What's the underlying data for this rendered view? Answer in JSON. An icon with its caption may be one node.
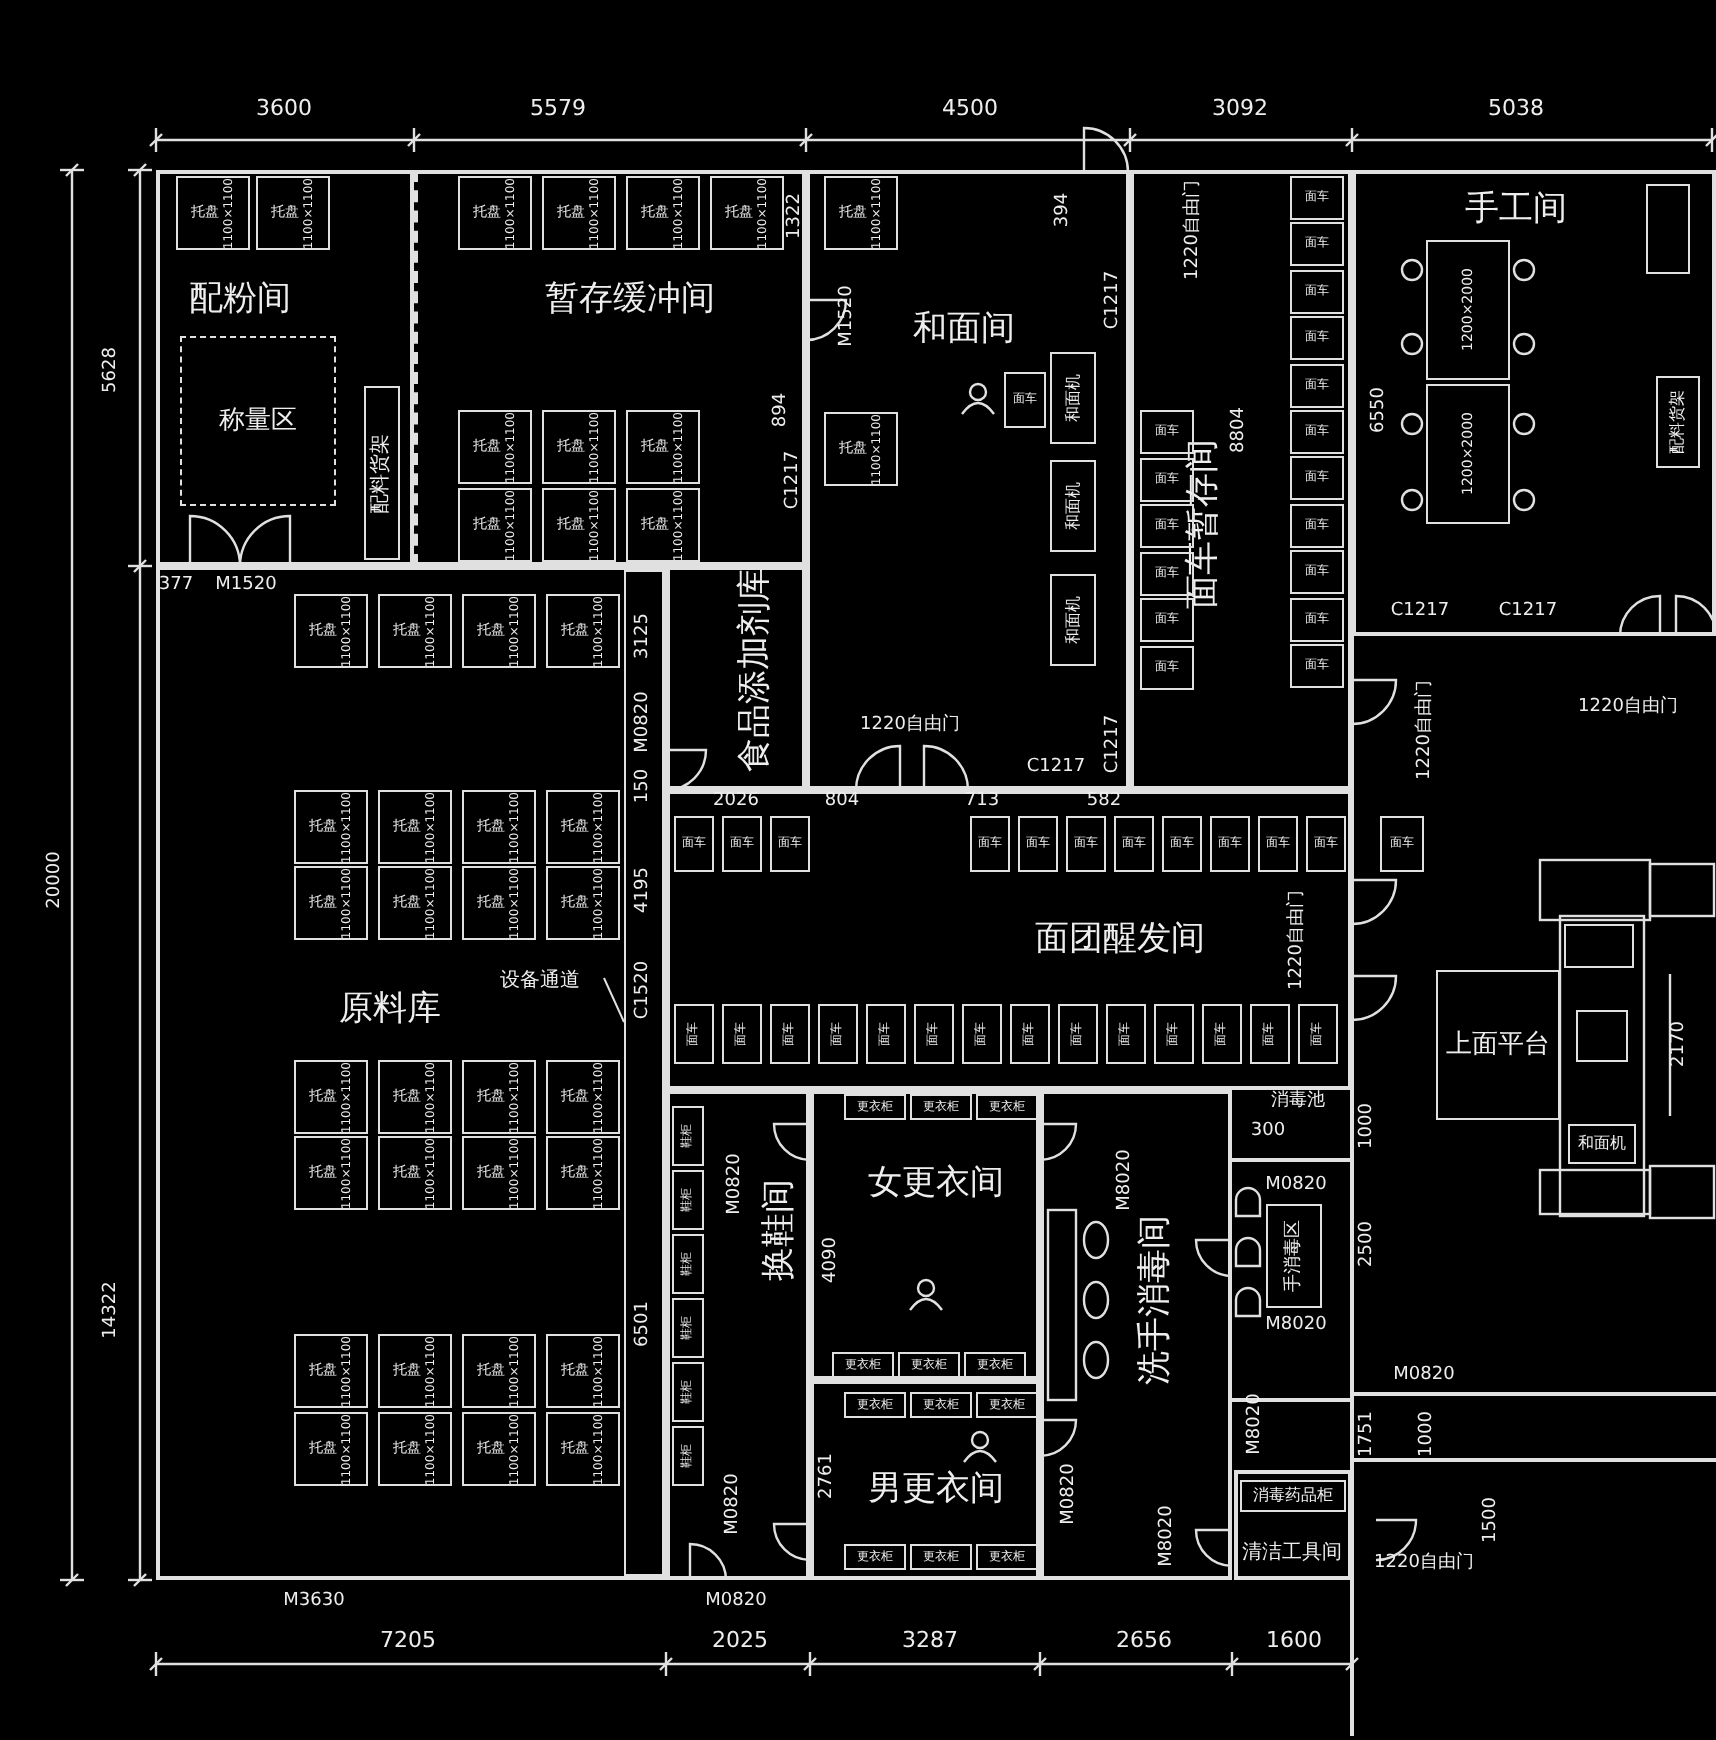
{
  "diagram": {
    "nodes": [
      {
        "text": [
          "配粉间"
        ]
      },
      {
        "text": [
          "托盘",
          "1100×1100"
        ],
        "in": 0
      },
      {
        "text": [
          "托盘",
          "1100×1100"
        ],
        "in": 0
      },
      {
        "text": [
          "称量区"
        ],
        "in": 0
      },
      {
        "text": [
          "配料货架"
        ],
        "in": 0
      },
      {
        "text": [
          "暂存缓冲间"
        ]
      },
      {
        "text": [
          "托盘",
          "1100×1100"
        ],
        "in": 5
      },
      {
        "text": [
          "托盘",
          "1100×1100"
        ],
        "in": 5
      },
      {
        "text": [
          "托盘",
          "1100×1100"
        ],
        "in": 5
      },
      {
        "text": [
          "托盘",
          "1100×1100"
        ],
        "in": 5
      },
      {
        "text": [
          "托盘",
          "1100×1100"
        ],
        "in": 5
      },
      {
        "text": [
          "托盘",
          "1100×1100"
        ],
        "in": 5
      },
      {
        "text": [
          "托盘",
          "1100×1100"
        ],
        "in": 5
      },
      {
        "text": [
          "托盘",
          "1100×1100"
        ],
        "in": 5
      },
      {
        "text": [
          "托盘",
          "1100×1100"
        ],
        "in": 5
      },
      {
        "text": [
          "托盘",
          "1100×1100"
        ],
        "in": 5
      },
      {
        "text": [
          "和面间"
        ]
      },
      {
        "text": [
          "托盘",
          "1100×1100"
        ],
        "in": 16
      },
      {
        "text": [
          "托盘",
          "1100×1100"
        ],
        "in": 16
      },
      {
        "text": [
          "面车"
        ],
        "in": 16
      },
      {
        "text": [
          "和面机"
        ],
        "in": 16
      },
      {
        "text": [
          "和面机"
        ],
        "in": 16
      },
      {
        "text": [
          "和面机"
        ],
        "in": 16
      },
      {
        "text": [
          "食品添加剂库"
        ]
      },
      {
        "text": [
          "原料库"
        ]
      },
      {
        "text": [
          "托盘",
          "1100×1100"
        ],
        "in": 24
      },
      {
        "text": [
          "托盘",
          "1100×1100"
        ],
        "in": 24
      },
      {
        "text": [
          "托盘",
          "1100×1100"
        ],
        "in": 24
      },
      {
        "text": [
          "托盘",
          "1100×1100"
        ],
        "in": 24
      },
      {
        "text": [
          "托盘",
          "1100×1100"
        ],
        "in": 24
      },
      {
        "text": [
          "托盘",
          "1100×1100"
        ],
        "in": 24
      },
      {
        "text": [
          "托盘",
          "1100×1100"
        ],
        "in": 24
      },
      {
        "text": [
          "托盘",
          "1100×1100"
        ],
        "in": 24
      },
      {
        "text": [
          "托盘",
          "1100×1100"
        ],
        "in": 24
      },
      {
        "text": [
          "托盘",
          "1100×1100"
        ],
        "in": 24
      },
      {
        "text": [
          "托盘",
          "1100×1100"
        ],
        "in": 24
      },
      {
        "text": [
          "托盘",
          "1100×1100"
        ],
        "in": 24
      },
      {
        "text": [
          "托盘",
          "1100×1100"
        ],
        "in": 24
      },
      {
        "text": [
          "托盘",
          "1100×1100"
        ],
        "in": 24
      },
      {
        "text": [
          "托盘",
          "1100×1100"
        ],
        "in": 24
      },
      {
        "text": [
          "托盘",
          "1100×1100"
        ],
        "in": 24
      },
      {
        "text": [
          "托盘",
          "1100×1100"
        ],
        "in": 24
      },
      {
        "text": [
          "托盘",
          "1100×1100"
        ],
        "in": 24
      },
      {
        "text": [
          "托盘",
          "1100×1100"
        ],
        "in": 24
      },
      {
        "text": [
          "托盘",
          "1100×1100"
        ],
        "in": 24
      },
      {
        "text": [
          "托盘",
          "1100×1100"
        ],
        "in": 24
      },
      {
        "text": [
          "托盘",
          "1100×1100"
        ],
        "in": 24
      },
      {
        "text": [
          "托盘",
          "1100×1100"
        ],
        "in": 24
      },
      {
        "text": [
          "托盘",
          "1100×1100"
        ],
        "in": 24
      },
      {
        "text": [
          "托盘",
          "1100×1100"
        ],
        "in": 24
      },
      {
        "text": [
          "托盘",
          "1100×1100"
        ],
        "in": 24
      },
      {
        "text": [
          "托盘",
          "1100×1100"
        ],
        "in": 24
      },
      {
        "text": [
          "托盘",
          "1100×1100"
        ],
        "in": 24
      },
      {
        "text": [
          "面车暂存间"
        ]
      },
      {
        "text": [
          "面车"
        ],
        "in": 53
      },
      {
        "text": [
          "面车"
        ],
        "in": 53
      },
      {
        "text": [
          "面车"
        ],
        "in": 53
      },
      {
        "text": [
          "面车"
        ],
        "in": 53
      },
      {
        "text": [
          "面车"
        ],
        "in": 53
      },
      {
        "text": [
          "面车"
        ],
        "in": 53
      },
      {
        "text": [
          "面车"
        ],
        "in": 53
      },
      {
        "text": [
          "面车"
        ],
        "in": 53
      },
      {
        "text": [
          "面车"
        ],
        "in": 53
      },
      {
        "text": [
          "面车"
        ],
        "in": 53
      },
      {
        "text": [
          "面车"
        ],
        "in": 53
      },
      {
        "text": [
          "面车"
        ],
        "in": 53
      },
      {
        "text": [
          "面车"
        ],
        "in": 53
      },
      {
        "text": [
          "面车"
        ],
        "in": 53
      },
      {
        "text": [
          "面车"
        ],
        "in": 53
      },
      {
        "text": [
          "面车"
        ],
        "in": 53
      },
      {
        "text": [
          "面车"
        ],
        "in": 53
      },
      {
        "text": [
          "手工间"
        ]
      },
      {
        "text": [
          "1200×2000"
        ],
        "in": 71
      },
      {
        "text": [
          "1200×2000"
        ],
        "in": 71
      },
      {
        "text": [],
        "shape": "box",
        "in": 71
      },
      {
        "text": [
          "配料货架"
        ],
        "in": 71
      },
      {
        "text": [
          "面团醒发间"
        ]
      },
      {
        "text": [
          "面车"
        ],
        "in": 76
      },
      {
        "text": [
          "面车"
        ],
        "in": 76
      },
      {
        "text": [
          "面车"
        ],
        "in": 76
      },
      {
        "text": [
          "面车"
        ],
        "in": 76
      },
      {
        "text": [
          "面车"
        ],
        "in": 76
      },
      {
        "text": [
          "面车"
        ],
        "in": 76
      },
      {
        "text": [
          "面车"
        ],
        "in": 76
      },
      {
        "text": [
          "面车"
        ],
        "in": 76
      },
      {
        "text": [
          "面车"
        ],
        "in": 76
      },
      {
        "text": [
          "面车"
        ],
        "in": 76
      },
      {
        "text": [
          "面车"
        ],
        "in": 76
      },
      {
        "text": [
          "面车"
        ]
      },
      {
        "text": [
          "面车"
        ],
        "in": 76
      },
      {
        "text": [
          "面车"
        ],
        "in": 76
      },
      {
        "text": [
          "面车"
        ],
        "in": 76
      },
      {
        "text": [
          "面车"
        ],
        "in": 76
      },
      {
        "text": [
          "面车"
        ],
        "in": 76
      },
      {
        "text": [
          "面车"
        ],
        "in": 76
      },
      {
        "text": [
          "面车"
        ],
        "in": 76
      },
      {
        "text": [
          "面车"
        ],
        "in": 76
      },
      {
        "text": [
          "面车"
        ],
        "in": 76
      },
      {
        "text": [
          "面车"
        ],
        "in": 76
      },
      {
        "text": [
          "面车"
        ],
        "in": 76
      },
      {
        "text": [
          "面车"
        ],
        "in": 76
      },
      {
        "text": [
          "面车"
        ],
        "in": 76
      },
      {
        "text": [
          "面车"
        ],
        "in": 76
      },
      {
        "text": [
          "上面平台"
        ]
      },
      {
        "text": [],
        "shape": "box"
      },
      {
        "text": [],
        "shape": "box"
      },
      {
        "text": [
          "和面机"
        ]
      },
      {
        "text": [
          "换鞋间"
        ]
      },
      {
        "text": [
          "鞋柜"
        ],
        "in": 107
      },
      {
        "text": [
          "鞋柜"
        ],
        "in": 107
      },
      {
        "text": [
          "鞋柜"
        ],
        "in": 107
      },
      {
        "text": [
          "鞋柜"
        ],
        "in": 107
      },
      {
        "text": [
          "鞋柜"
        ],
        "in": 107
      },
      {
        "text": [
          "鞋柜"
        ],
        "in": 107
      },
      {
        "text": [
          "女更衣间"
        ]
      },
      {
        "text": [
          "更衣柜"
        ],
        "in": 114
      },
      {
        "text": [
          "更衣柜"
        ],
        "in": 114
      },
      {
        "text": [
          "更衣柜"
        ],
        "in": 114
      },
      {
        "text": [
          "更衣柜"
        ],
        "in": 114
      },
      {
        "text": [
          "更衣柜"
        ],
        "in": 114
      },
      {
        "text": [
          "更衣柜"
        ],
        "in": 114
      },
      {
        "text": [
          "男更衣间"
        ]
      },
      {
        "text": [
          "更衣柜"
        ],
        "in": 121
      },
      {
        "text": [
          "更衣柜"
        ],
        "in": 121
      },
      {
        "text": [
          "更衣柜"
        ],
        "in": 121
      },
      {
        "text": [
          "更衣柜"
        ],
        "in": 121
      },
      {
        "text": [
          "更衣柜"
        ],
        "in": 121
      },
      {
        "text": [
          "更衣柜"
        ],
        "in": 121
      },
      {
        "text": [
          "洗手消毒间"
        ]
      },
      {
        "text": [
          "手消毒区"
        ]
      },
      {
        "text": [
          "清洁工具间"
        ]
      },
      {
        "text": [
          "消毒药品柜"
        ],
        "in": 130
      },
      {
        "text": [
          "设备通道"
        ],
        "in": 24
      },
      {
        "text": [],
        "shape": "box",
        "in": 24
      }
    ],
    "edges": [
      {
        "from": 132,
        "to": 133,
        "arrow": "none"
      }
    ],
    "labels": [
      "3600",
      "5579",
      "4500",
      "3092",
      "5038",
      "1322",
      "394",
      "1220自由门",
      "M1520",
      "C1217",
      "5628",
      "894",
      "C1217",
      "8804",
      "6550",
      "377",
      "M1520",
      "C1217",
      "C1217",
      "3125",
      "1220自由门",
      "M0820",
      "1220自由门",
      "1220自由门",
      "C1217",
      "C1217",
      "150",
      "2026",
      "804",
      "713",
      "582",
      "20000",
      "4195",
      "1220自由门",
      "C1520",
      "2170",
      "14322",
      "300",
      "消毒池",
      "1000",
      "M0820",
      "M8020",
      "4090",
      "M0820",
      "2500",
      "M8020",
      "6501",
      "M0820",
      "1751",
      "1000",
      "2761",
      "M0820",
      "M0820",
      "M8020",
      "M8020",
      "1500",
      "1220自由门",
      "M3630",
      "M0820",
      "7205",
      "2025",
      "3287",
      "2656",
      "1600"
    ]
  }
}
